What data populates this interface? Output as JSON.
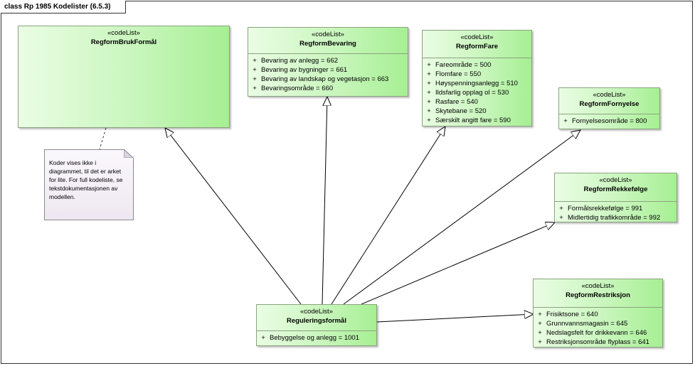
{
  "frame": {
    "title": "class Rp 1985 Kodelister (6.5.3)"
  },
  "note": {
    "text": "Koder vises ikke i diagrammet, til det er arket for lite. For full kodeliste, se tekstdokumentasjonen av modellen."
  },
  "classes": {
    "bruk": {
      "stereotype": "«codeList»",
      "name": "RegformBrukFormål",
      "attributes": []
    },
    "bevaring": {
      "stereotype": "«codeList»",
      "name": "RegformBevaring",
      "attributes": [
        {
          "vis": "+",
          "text": "Bevaring av anlegg = 662"
        },
        {
          "vis": "+",
          "text": "Bevaring av bygninger = 661"
        },
        {
          "vis": "+",
          "text": "Bevaring av landskap og vegetasjon = 663"
        },
        {
          "vis": "+",
          "text": "Bevaringsområde = 660"
        }
      ]
    },
    "fare": {
      "stereotype": "«codeList»",
      "name": "RegformFare",
      "attributes": [
        {
          "vis": "+",
          "text": "Fareområde = 500"
        },
        {
          "vis": "+",
          "text": "Flomfare = 550"
        },
        {
          "vis": "+",
          "text": "Høyspenningsanlegg = 510"
        },
        {
          "vis": "+",
          "text": "Ildsfarlig opplag ol = 530"
        },
        {
          "vis": "+",
          "text": "Rasfare = 540"
        },
        {
          "vis": "+",
          "text": "Skytebane = 520"
        },
        {
          "vis": "+",
          "text": "Særskilt angitt fare = 590"
        }
      ]
    },
    "fornyelse": {
      "stereotype": "«codeList»",
      "name": "RegformFornyelse",
      "attributes": [
        {
          "vis": "+",
          "text": "Fornyelsesområde = 800"
        }
      ]
    },
    "rekke": {
      "stereotype": "«codeList»",
      "name": "RegformRekkefølge",
      "attributes": [
        {
          "vis": "+",
          "text": "Formålsrekkefølge = 991"
        },
        {
          "vis": "+",
          "text": "Midlertidig trafikkområde = 992"
        }
      ]
    },
    "restr": {
      "stereotype": "«codeList»",
      "name": "RegformRestriksjon",
      "attributes": [
        {
          "vis": "+",
          "text": "Frisiktsone = 640"
        },
        {
          "vis": "+",
          "text": "Grunnvannsmagasin = 645"
        },
        {
          "vis": "+",
          "text": "Nedslagsfelt for drikkevann = 646"
        },
        {
          "vis": "+",
          "text": "Restriksjonsområde flyplass = 641"
        }
      ]
    },
    "regul": {
      "stereotype": "«codeList»",
      "name": "Reguleringsformål",
      "attributes": [
        {
          "vis": "+",
          "text": "Bebyggelse og anlegg = 1001"
        }
      ]
    }
  },
  "links": [
    {
      "from": "regul",
      "to": "bruk",
      "kind": "generalization"
    },
    {
      "from": "regul",
      "to": "bevaring",
      "kind": "generalization"
    },
    {
      "from": "regul",
      "to": "fare",
      "kind": "generalization"
    },
    {
      "from": "regul",
      "to": "fornyelse",
      "kind": "generalization"
    },
    {
      "from": "regul",
      "to": "rekke",
      "kind": "generalization"
    },
    {
      "from": "regul",
      "to": "restr",
      "kind": "generalization"
    }
  ],
  "colors": {
    "class_fill_light": "#eafde4",
    "class_fill_dark": "#a6ef93",
    "class_border": "#8aa37e",
    "note_fill": "#f3eef6",
    "line": "#000000"
  }
}
